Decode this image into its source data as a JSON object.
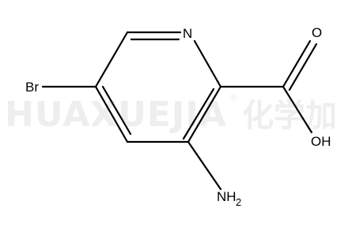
{
  "watermark": {
    "latin": "HUAXUEJIA",
    "registered": "®",
    "chinese": "化学加"
  },
  "molecule": {
    "atoms": {
      "ring_nitrogen": "N",
      "bromine": "Br",
      "carbonyl_oxygen": "O",
      "hydroxyl": "OH",
      "amine_main": "NH",
      "amine_subscript": "2"
    }
  }
}
